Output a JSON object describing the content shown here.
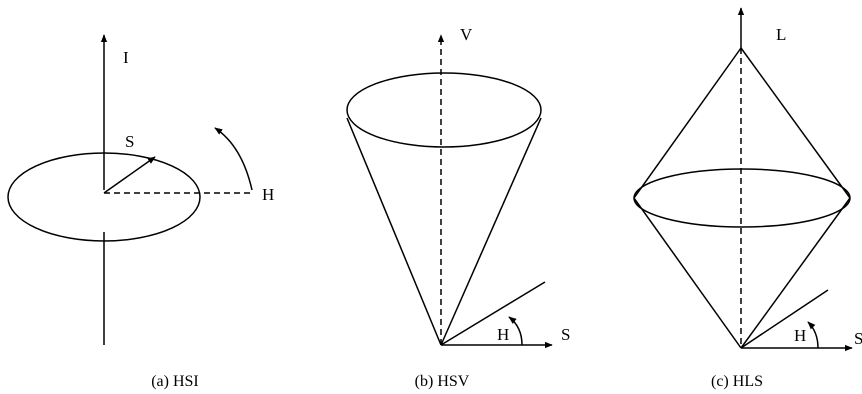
{
  "panels": [
    {
      "id": "hsi",
      "caption": "(a) HSI",
      "labels": {
        "axis": "I",
        "saturation": "S",
        "hue": "H"
      }
    },
    {
      "id": "hsv",
      "caption": "(b) HSV",
      "labels": {
        "axis": "V",
        "hue": "H",
        "saturation": "S"
      }
    },
    {
      "id": "hls",
      "caption": "(c) HLS",
      "labels": {
        "axis": "L",
        "hue": "H",
        "saturation": "S"
      }
    }
  ]
}
